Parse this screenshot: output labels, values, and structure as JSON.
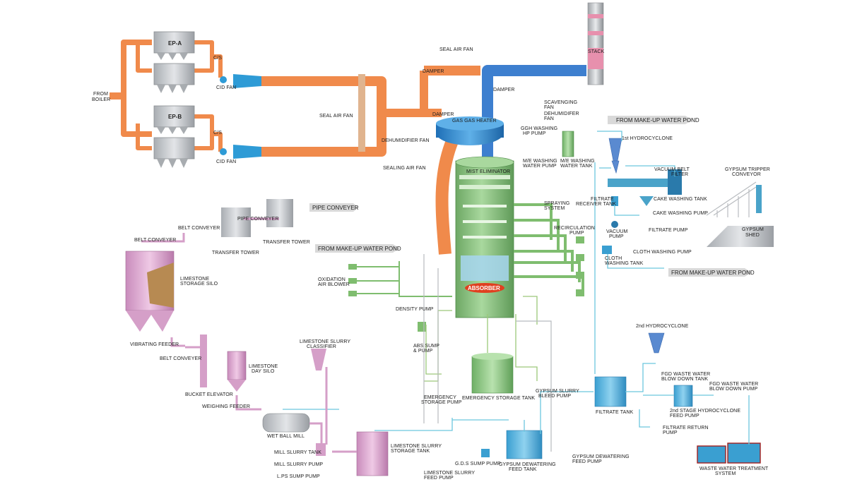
{
  "colors": {
    "flue_gas": "#f08a4b",
    "clean_gas": "#3d7fcf",
    "slurry": "#4aa3c9",
    "limestone": "#d59fc8",
    "absorber": "#8fc585",
    "water_line": "#6cc7de",
    "equipment_grey": "#c9ccd0",
    "pointer_tag": "#d9d9d9"
  },
  "labels": {
    "from_boiler": [
      "FROM",
      "BOILER"
    ],
    "ep_a": "EP-A",
    "ep_b": "EP-B",
    "cs_a": "C/S",
    "cs_b": "C/S",
    "cid_fan_a": "CID FAN",
    "cid_fan_b": "CID FAN",
    "seal_air_fan_mid": "SEAL AIR FAN",
    "seal_air_fan_top": "SEAL AIR FAN",
    "dehumidifier_fan_left": "DEHUMIDIFIER FAN",
    "sealing_air_fan": "SEALING AIR FAN",
    "damper_top": "DAMPER",
    "damper_mid": "DAMPER",
    "damper_right": "DAMPER",
    "gas_gas_heater": "GAS GAS HEATER",
    "stack": "STACK",
    "scavenging_fan": [
      "SCAVENGING",
      "FAN"
    ],
    "dehumidifier_fan_right": [
      "DEHUMIDIFER",
      "FAN"
    ],
    "from_makeup_top": "FROM MAKE-UP WATER POND",
    "ggh_washing_pump": [
      "GGH WASHING",
      "HP PUMP"
    ],
    "me_washing_water_pump": [
      "M/E WASHING",
      "WATER PUMP"
    ],
    "me_washing_water_tank": [
      "M/E WASHING",
      "WATER TANK"
    ],
    "mist_eliminator": "MIST ELIMINATOR",
    "spraying_system": [
      "SPRAYING",
      "SYSTEM"
    ],
    "recirculation_pump": [
      "RECIRCULATION",
      "PUMP"
    ],
    "absorber": "ABSORBER",
    "from_makeup_mid": "FROM MAKE-UP WATER POND",
    "oxidation_air_blower": [
      "OXIDATION",
      "AIR BLOWER"
    ],
    "density_pump": "DENSITY PUMP",
    "abs_sump_pump": [
      "ABS SUMP",
      "& PUMP"
    ],
    "emergency_storage_pump": [
      "EMERGENCY",
      "STORAGE PUMP"
    ],
    "emergency_storage_tank": "EMERGENCY STORAGE TANK",
    "gypsum_slurry_bleed_pump": [
      "GYPSUM SLURRY",
      "BLEED PUMP"
    ],
    "first_hydrocyclone": "1st HYDROCYCLONE",
    "vacuum_belt_filter": [
      "VACUUM BELT",
      "FILTER"
    ],
    "gypsum_tripper_conveyor": [
      "GYPSUM TRIPPER",
      "CONVEYOR"
    ],
    "filtrate_receiver_tank": [
      "FILTRATE",
      "RECEIVER TANK"
    ],
    "cake_washing_tank": "CAKE WASHING TANK",
    "cake_washing_pump": "CAKE WASHING PUMP",
    "vacuum_pump": [
      "VACUUM",
      "PUMP"
    ],
    "filtrate_pump": "FILTRATE PUMP",
    "cloth_washing_pump": "CLOTH WASHING PUMP",
    "cloth_washing_tank": [
      "CLOTH",
      "WASHING TANK"
    ],
    "gypsum_shed": [
      "GYPSUM",
      "SHED"
    ],
    "from_makeup_right": "FROM MAKE-UP WATER POND",
    "second_hydrocyclone": "2nd HYDROCYCLONE",
    "fgd_waste_water_blow_down_tank": [
      "FGD WASTE WATER",
      "BLOW DOWN TANK"
    ],
    "fgd_waste_water_blow_down_pump": [
      "FGD WASTE WATER",
      "BLOW DOWN PUMP"
    ],
    "filtrate_tank": "FILTRATE TANK",
    "second_hydrocyclone_feed_pump": [
      "2nd STAGE HYDROCYCLONE",
      "FEED PUMP"
    ],
    "filtrate_return_pump": [
      "FILTRATE RETURN",
      "PUMP"
    ],
    "waste_water_treatment": [
      "WASTE WATER TREATMENT",
      "SYSTEM"
    ],
    "gypsum_dewatering_feed_tank": [
      "GYPSUM DEWATERING",
      "FEED TANK"
    ],
    "gypsum_dewatering_feed_pump": [
      "GYPSUM DEWATERING",
      "FEED PUMP"
    ],
    "gds_sump_pump": "G.D.S SUMP PUMP",
    "pipe_conveyer_tag": "PIPE CONVEYER",
    "pipe_conveyer_left": "PIPE CONVEYER",
    "transfer_tower_left": "TRANSFER TOWER",
    "transfer_tower_right": "TRANSFER TOWER",
    "belt_conveyer_top": "BELT CONVEYER",
    "belt_conveyer_left": "BELT CONVEYER",
    "limestone_storage_silo": [
      "LIMESTONE",
      "STORAGE SILO"
    ],
    "vibrating_feeder": "VIBRATING FEEDER",
    "belt_conveyer_bottom": "BELT CONVEYER",
    "bucket_elevator": "BUCKET ELEVATOR",
    "limestone_day_silo": [
      "LIMESTONE",
      "DAY SILO"
    ],
    "weighing_feeder": "WEIGHING FEEDER",
    "wet_ball_mill": "WET BALL MILL",
    "limestone_slurry_classifier": [
      "LIMESTONE SLURRY",
      "CLASSIFIER"
    ],
    "mill_slurry_tank": "MILL SLURRY TANK",
    "mill_slurry_pump": "MILL SLURRY PUMP",
    "lps_sump_pump": "L.PS SUMP PUMP",
    "limestone_slurry_storage_tank": [
      "LIMESTONE SLURRY",
      "STORAGE TANK"
    ],
    "limestone_slurry_feed_pump": [
      "LIMESTONE SLURRY",
      "FEED PUMP"
    ]
  }
}
